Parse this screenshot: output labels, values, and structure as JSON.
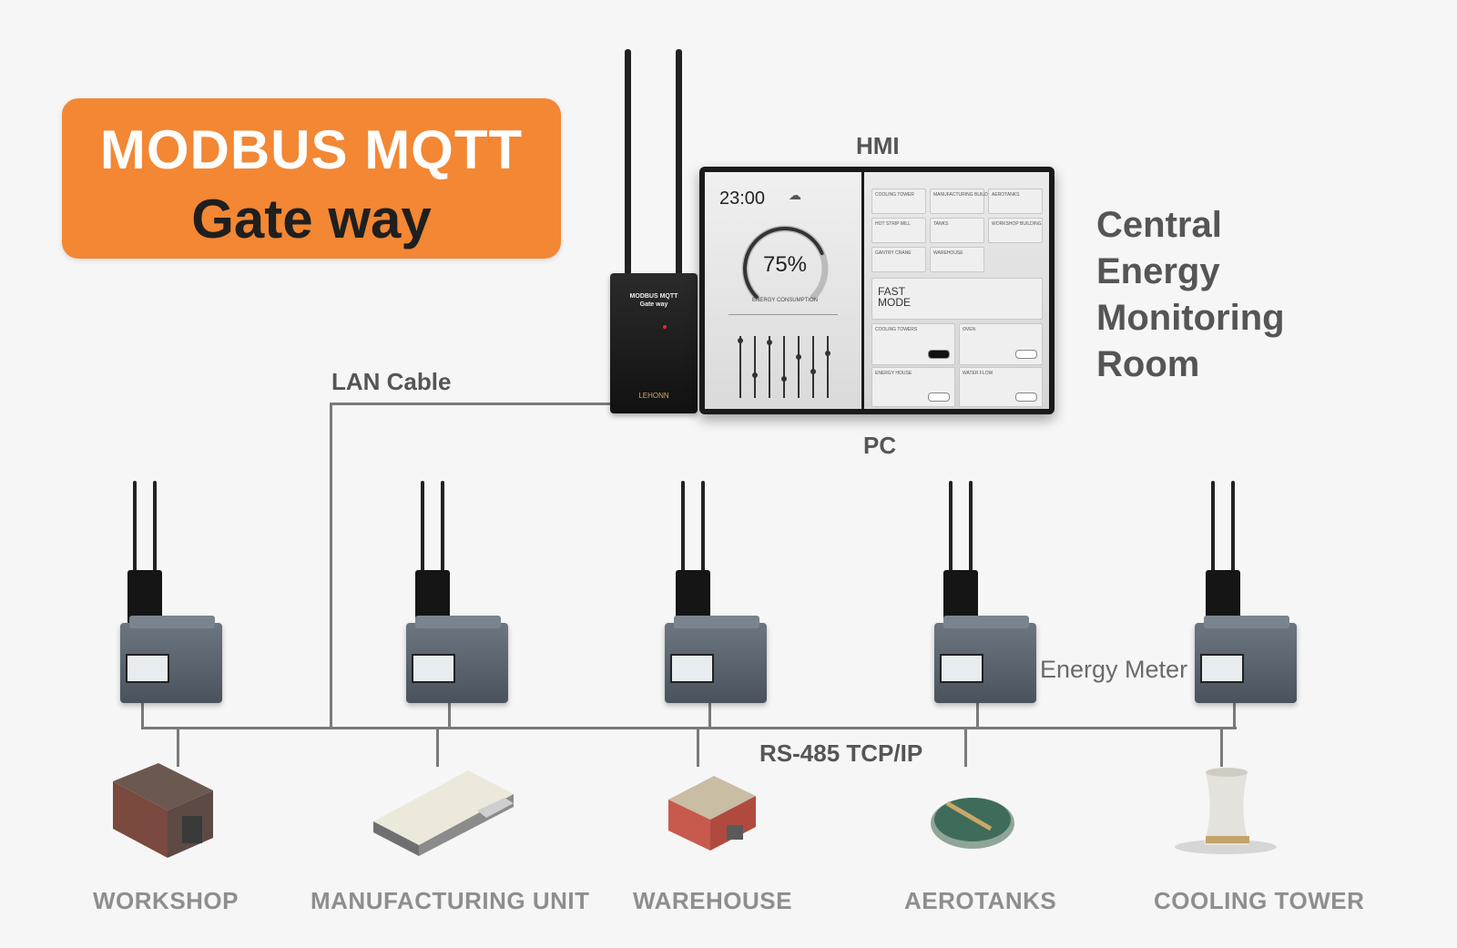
{
  "title": {
    "line1": "MODBUS MQTT",
    "line2": "Gate way"
  },
  "labels": {
    "hmi": "HMI",
    "pc": "PC",
    "lan": "LAN Cable",
    "energy_meter": "Energy Meter",
    "bus": "RS-485 TCP/IP"
  },
  "central": [
    "Central",
    "Energy",
    "Monitoring",
    "Room"
  ],
  "gateway": {
    "line1": "MODBUS MQTT",
    "line2": "Gate way",
    "brand": "LEHONN"
  },
  "hmi_screen": {
    "time": "23:00",
    "gauge_value": "75%",
    "gauge_fraction": 0.75,
    "gauge_caption": "ENERGY CONSUMPTION",
    "fast_mode": [
      "FAST",
      "MODE"
    ],
    "tiles": [
      "COOLING TOWER",
      "MANUFACTURING BUILDING",
      "AEROTANKS",
      "HOT STRIP MILL",
      "TANKS",
      "WORKSHOP BUILDING",
      "GANTRY CRANE",
      "WAREHOUSE"
    ],
    "controls": [
      {
        "label": "COOLING TOWERS",
        "on": true
      },
      {
        "label": "OVEN",
        "on": false
      },
      {
        "label": "ENERGY HOUSE",
        "on": false
      },
      {
        "label": "WATER FLOW",
        "on": false
      }
    ]
  },
  "buildings": [
    "WORKSHOP",
    "MANUFACTURING UNIT",
    "WAREHOUSE",
    "AEROTANKS",
    "COOLING TOWER"
  ],
  "colors": {
    "title_bg": "#f38733",
    "line": "#7a7a7a",
    "label": "#555555",
    "building_label": "#8e8e8e"
  }
}
